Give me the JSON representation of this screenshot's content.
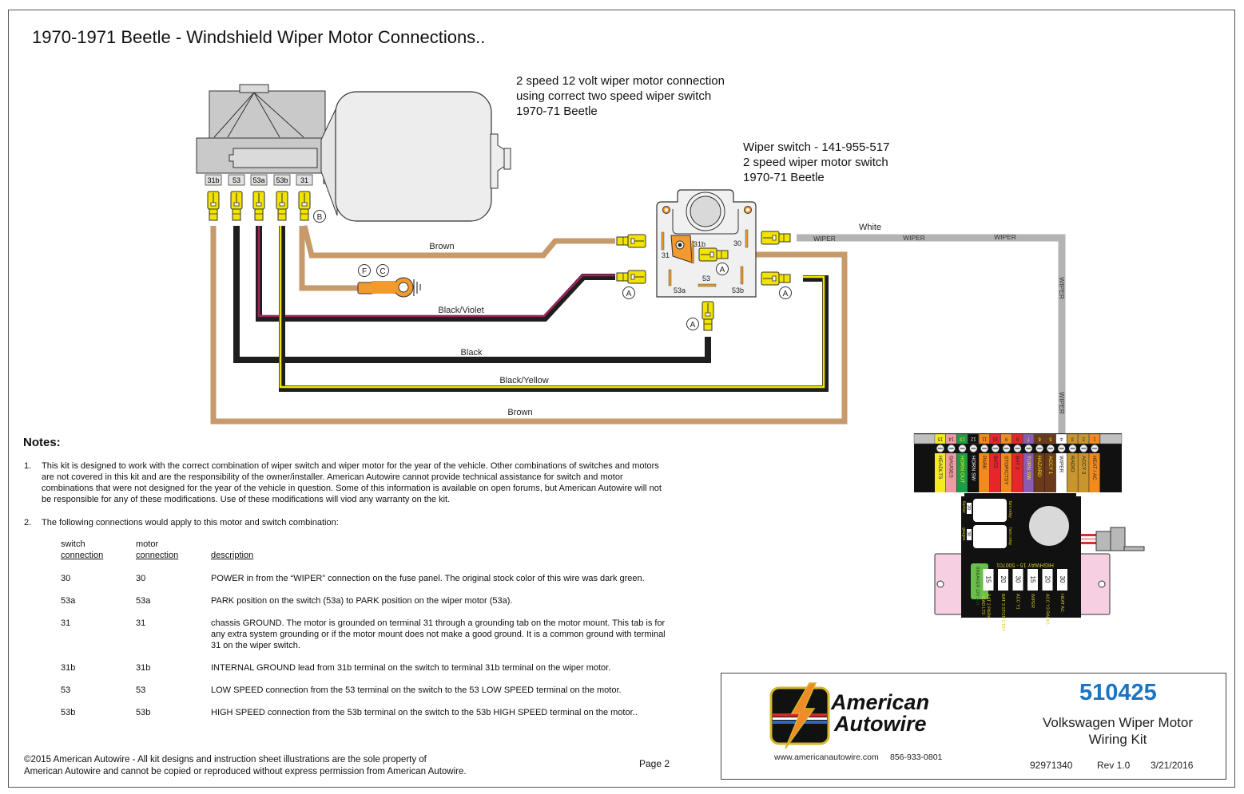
{
  "title": "1970-1971 Beetle - Windshield Wiper Motor Connections..",
  "motor_caption": [
    "2 speed 12 volt wiper motor connection",
    "using correct two speed wiper switch",
    "1970-71 Beetle"
  ],
  "switch_caption": [
    "Wiper switch - 141-955-517",
    "2 speed wiper motor switch",
    "1970-71 Beetle"
  ],
  "motor_terminals": [
    "31b",
    "53",
    "53a",
    "53b",
    "31"
  ],
  "switch_terminals": {
    "t31": "31",
    "t31b": "31b",
    "t30": "30",
    "t53": "53",
    "t53a": "53a",
    "t53b": "53b"
  },
  "callouts": {
    "a": "A",
    "b": "B",
    "c": "C",
    "f": "F"
  },
  "wires": {
    "brown_top": "Brown",
    "black_violet": "Black/Violet",
    "black": "Black",
    "black_yellow": "Black/Yellow",
    "brown_bottom": "Brown",
    "white": "White",
    "wiper_label": "WIPER"
  },
  "colors": {
    "brown_wire": "#c79a6b",
    "black_wire": "#1e1e1e",
    "violet_stripe": "#a3225f",
    "yellow_stripe": "#f2e600",
    "white_wire": "#b3b3b3",
    "terminal_yellow": "#f2e300",
    "ground_lug": "#f29a2e",
    "part_number_blue": "#1a75c2"
  },
  "fuse_panel": {
    "circuits": [
      {
        "num": "15",
        "label": "HEADLTS",
        "color": "#f5ec20",
        "text": "#222"
      },
      {
        "num": "14",
        "label": "GAUGES",
        "color": "#f19aa3",
        "text": "#222"
      },
      {
        "num": "13",
        "label": "HORN OUT",
        "color": "#1a9c48",
        "text": "#f5ec20"
      },
      {
        "num": "12",
        "label": "HORN SW",
        "color": "#111111",
        "text": "#ffffff"
      },
      {
        "num": "11",
        "label": "PARK",
        "color": "#f28a1e",
        "text": "#222"
      },
      {
        "num": "10",
        "label": "BAT2",
        "color": "#e8262a",
        "text": "#222"
      },
      {
        "num": "9",
        "label": "STOP/CTSY",
        "color": "#f28a1e",
        "text": "#222"
      },
      {
        "num": "8",
        "label": "BAT 3",
        "color": "#e8262a",
        "text": "#222"
      },
      {
        "num": "7",
        "label": "TURN SW",
        "color": "#8a5bb0",
        "text": "#f5ec20"
      },
      {
        "num": "6",
        "label": "HAZARD",
        "color": "#6a3a1a",
        "text": "#f5ec20"
      },
      {
        "num": "5",
        "label": "ACCY 1",
        "color": "#6a3a1a",
        "text": "#f5ec20"
      },
      {
        "num": "4",
        "label": "WIPER",
        "color": "#ffffff",
        "text": "#222"
      },
      {
        "num": "3",
        "label": "RADIO",
        "color": "#c9962e",
        "text": "#222"
      },
      {
        "num": "2",
        "label": "ACCY 3",
        "color": "#c9962e",
        "text": "#222"
      },
      {
        "num": "1",
        "label": "HEAT / AC",
        "color": "#f28a1e",
        "text": "#222"
      }
    ],
    "fuses": [
      {
        "rating": "30",
        "label": "HEAT AC"
      },
      {
        "rating": "20",
        "label": "ACC Y3 RADIO"
      },
      {
        "rating": "15",
        "label": "WIPER"
      },
      {
        "rating": "30",
        "label": "ACC Y1"
      },
      {
        "rating": "20",
        "label": "BAT 3 STOP CTSY"
      },
      {
        "rating": "15",
        "label": "BAT 2 PARK"
      }
    ],
    "breaker": {
      "label": "BREAKER 12V 30A",
      "sublabel": "HEAD LTS"
    },
    "model": "HIGHWAY 15 - 500701",
    "relays": [
      {
        "rating": "20",
        "label": "turn relay",
        "side": "flasher"
      },
      {
        "rating": "30",
        "label": "horn relay",
        "side": "gauges"
      }
    ]
  },
  "notes": {
    "heading": "Notes:",
    "items": [
      {
        "num": "1.",
        "text": "This kit is designed to work with the correct combination of wiper switch and wiper motor for the year of the vehicle. Other combinations of switches and motors are not covered in this kit and are the responsibility of the owner/installer. American Autowire cannot provide technical assistance for switch and motor combinations that were not designed for the year of the vehicle in question. Some of this information is available on open forums, but American Autowire will not be responsible for any of these modifications. Use of these modifications will viod any warranty on the kit."
      },
      {
        "num": "2.",
        "text": "The following connections would apply to this motor and switch combination:"
      }
    ]
  },
  "connections": {
    "headers": {
      "switch_top": "switch",
      "switch_bottom": "connection",
      "motor_top": "motor",
      "motor_bottom": "connection",
      "description": "description"
    },
    "rows": [
      {
        "switch": "30",
        "motor": "30",
        "description": "POWER in from the “WIPER” connection on the fuse panel. The original stock color of this wire was dark green."
      },
      {
        "switch": "53a",
        "motor": "53a",
        "description": "PARK position on the switch (53a) to PARK position on the wiper motor (53a)."
      },
      {
        "switch": "31",
        "motor": "31",
        "description": "chassis GROUND. The motor is grounded on terminal 31 through a grounding tab on the motor mount. This tab is for any extra system grounding or if the motor mount does not make a good ground. It is a common ground with terminal 31 on the wiper switch."
      },
      {
        "switch": "31b",
        "motor": "31b",
        "description": "INTERNAL GROUND lead from 31b terminal on the switch to terminal 31b terminal on the wiper motor."
      },
      {
        "switch": "53",
        "motor": "53",
        "description": "LOW SPEED connection from the 53 terminal on the switch to the 53 LOW SPEED terminal on the motor."
      },
      {
        "switch": "53b",
        "motor": "53b",
        "description": "HIGH SPEED connection from the 53b terminal on the switch to the 53b HIGH SPEED terminal on the motor.."
      }
    ]
  },
  "footer": {
    "copyright_line1": "©2015 American Autowire - All kit designs and instruction sheet illustrations are the sole property of",
    "copyright_line2": "American Autowire and cannot be copied or reproduced without express permission from American Autowire.",
    "page": "Page 2"
  },
  "brand": {
    "name_line1": "American",
    "name_line2": "Autowire",
    "website": "www.americanautowire.com",
    "phone": "856-933-0801",
    "part_number": "510425",
    "kit_name_line1": "Volkswagen Wiper Motor",
    "kit_name_line2": "Wiring Kit",
    "sku": "92971340",
    "revision": "Rev 1.0",
    "date": "3/21/2016"
  }
}
